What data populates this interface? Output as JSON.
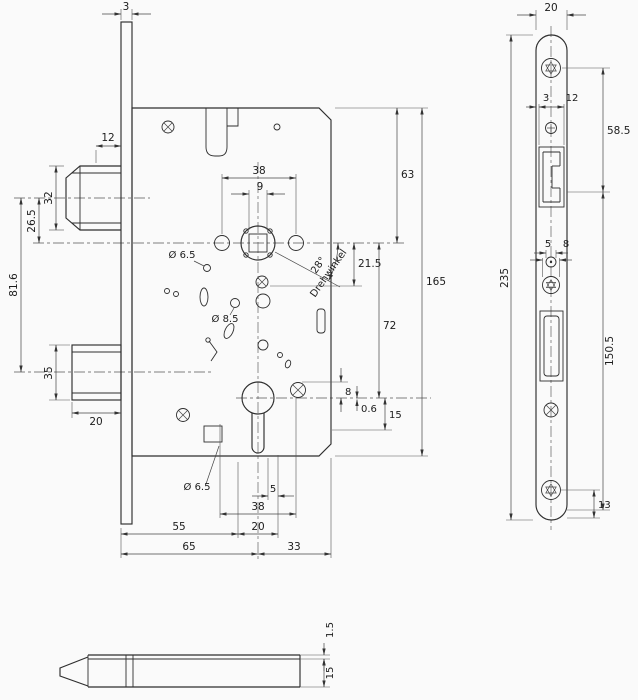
{
  "meta": {
    "drawing": "mortise lock technical drawing"
  },
  "colors": {
    "line": "#2e2e2e",
    "dim": "#444444",
    "bg": "#fafafa"
  },
  "dims": {
    "main": {
      "faceplate_thickness": "3",
      "latch_projection": "12",
      "latch_height": "32",
      "latch_to_follower": "26.5",
      "latch_to_deadbolt": "81.6",
      "deadbolt_height": "35",
      "deadbolt_width": "20",
      "screw_span_top": "38",
      "follower_square": "9",
      "hole_upper": "Ø 6.5",
      "hole_mid": "Ø 8.5",
      "angle": "28°",
      "angle_label": "Drehwinkel",
      "follower_offset": "21.5",
      "top_to_follower": "63",
      "case_height": "165",
      "follower_to_cylinder": "72",
      "offset_8": "8",
      "offset_0_6": "0.6",
      "offset_15": "15",
      "hole_lower": "Ø 6.5",
      "offset_5": "5",
      "screw_span_bottom": "38",
      "backset_55": "55",
      "cyl_cutout": "20",
      "backset_65": "65",
      "case_behind": "33"
    },
    "faceplate": {
      "width": "20",
      "edge_offset": "3",
      "latch_cutout": "12",
      "screw_to_latch": "58.5",
      "hole_5": "5",
      "hole_8": "8",
      "length": "235",
      "cutout_span": "150.5",
      "screw_to_end": "13"
    },
    "bottom": {
      "plate_thickness": "1.5",
      "case_depth": "15"
    }
  }
}
